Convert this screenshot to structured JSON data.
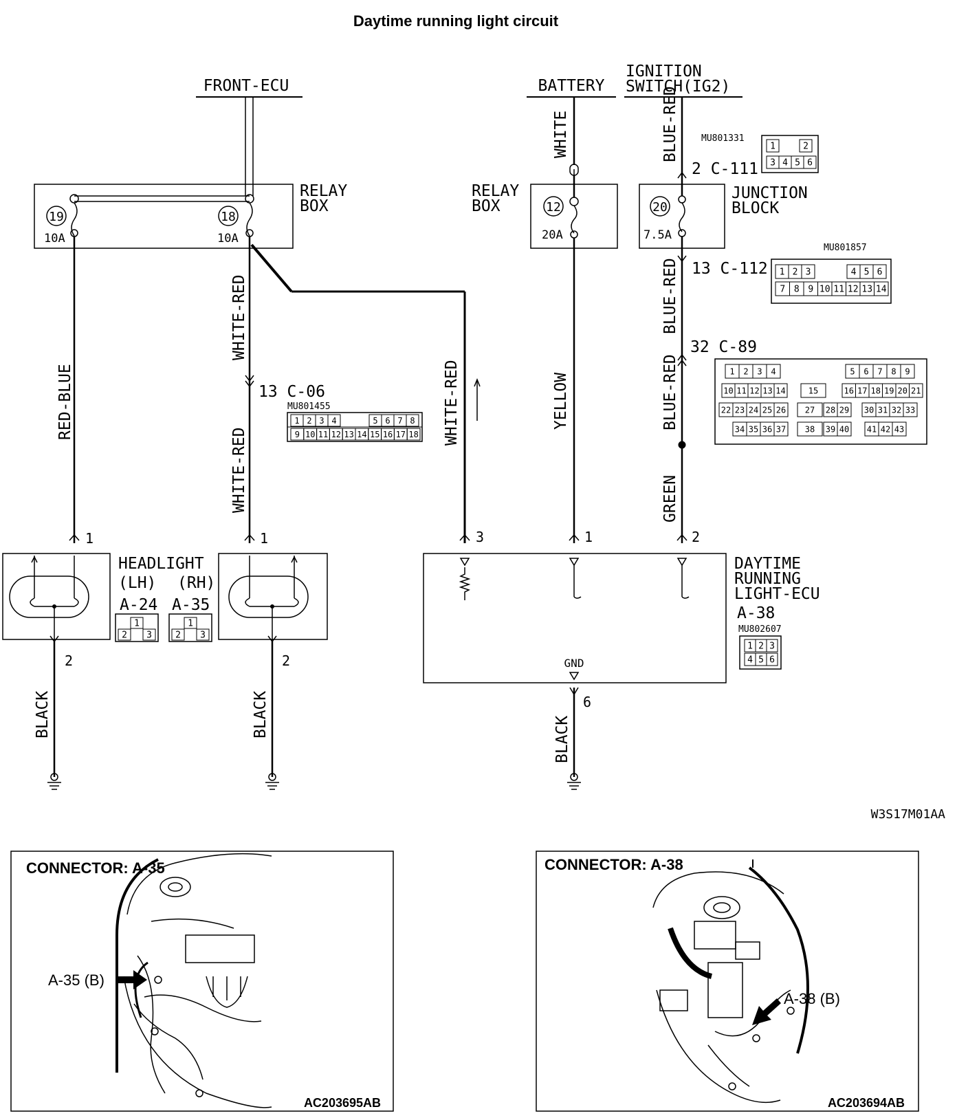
{
  "title": "Daytime running light circuit",
  "sources": {
    "front_ecu": "FRONT-ECU",
    "battery": "BATTERY",
    "ignition_line1": "IGNITION",
    "ignition_line2": "SWITCH(IG2)"
  },
  "relay_box_left": {
    "label_line1": "RELAY",
    "label_line2": "BOX",
    "fuses": [
      {
        "number": "19",
        "rating": "10A"
      },
      {
        "number": "18",
        "rating": "10A"
      }
    ]
  },
  "relay_box_right": {
    "label_line1": "RELAY",
    "label_line2": "BOX",
    "fuse": {
      "number": "12",
      "rating": "20A"
    }
  },
  "junction_block": {
    "label_line1": "JUNCTION",
    "label_line2": "BLOCK",
    "fuse": {
      "number": "20",
      "rating": "7.5A"
    }
  },
  "wires": {
    "red_blue": "RED-BLUE",
    "white_red_upper": "WHITE-RED",
    "white_red_lower": "WHITE-RED",
    "white_red_drl": "WHITE-RED",
    "white": "WHITE",
    "yellow": "YELLOW",
    "blue_red_1": "BLUE-RED",
    "blue_red_2": "BLUE-RED",
    "blue_red_3": "BLUE-RED",
    "green": "GREEN",
    "black_lh": "BLACK",
    "black_rh": "BLACK",
    "black_ecu": "BLACK"
  },
  "connectors": {
    "c06": {
      "label": "13 C-06",
      "part": "MU801455",
      "top_pins": [
        "1",
        "2",
        "3",
        "4",
        "5",
        "6",
        "7",
        "8"
      ],
      "bottom_pins": [
        "9",
        "10",
        "11",
        "12",
        "13",
        "14",
        "15",
        "16",
        "17",
        "18"
      ]
    },
    "c111": {
      "label": "2 C-111",
      "part": "MU801331",
      "top_pins": [
        "1",
        "2"
      ],
      "bottom_pins": [
        "3",
        "4",
        "5",
        "6"
      ]
    },
    "c112": {
      "label": "13 C-112",
      "part": "MU801857",
      "top_pins": [
        "1",
        "2",
        "3",
        "4",
        "5",
        "6"
      ],
      "bottom_pins": [
        "7",
        "8",
        "9",
        "10",
        "11",
        "12",
        "13",
        "14"
      ]
    },
    "c89": {
      "label": "32 C-89",
      "row1": [
        "1",
        "2",
        "3",
        "4",
        "5",
        "6",
        "7",
        "8",
        "9"
      ],
      "row2": [
        "10",
        "11",
        "12",
        "13",
        "14",
        "15",
        "16",
        "17",
        "18",
        "19",
        "20",
        "21"
      ],
      "row3": [
        "22",
        "23",
        "24",
        "25",
        "26",
        "27",
        "28",
        "29",
        "30",
        "31",
        "32",
        "33"
      ],
      "row4": [
        "34",
        "35",
        "36",
        "37",
        "38",
        "39",
        "40",
        "41",
        "42",
        "43"
      ]
    },
    "a24": "A-24",
    "a35": "A-35",
    "a38": {
      "label": "A-38",
      "part": "MU802607",
      "pins": [
        "1",
        "2",
        "3",
        "4",
        "5",
        "6"
      ]
    }
  },
  "headlight": {
    "label": "HEADLIGHT",
    "lh": "(LH)",
    "rh": "(RH)",
    "pins": [
      "1",
      "2",
      "1",
      "2"
    ],
    "connector_pins": [
      "1",
      "2",
      "3"
    ]
  },
  "drl_ecu": {
    "label_line1": "DAYTIME",
    "label_line2": "RUNNING",
    "label_line3": "LIGHT-ECU",
    "gnd": "GND",
    "pins": [
      "3",
      "1",
      "2",
      "6"
    ]
  },
  "diagram_code": "W3S17M01AA",
  "locator_left": {
    "title": "CONNECTOR: A-35",
    "callout": "A-35 (B)",
    "code": "AC203695AB"
  },
  "locator_right": {
    "title": "CONNECTOR: A-38",
    "callout": "A-38 (B)",
    "code": "AC203694AB"
  }
}
